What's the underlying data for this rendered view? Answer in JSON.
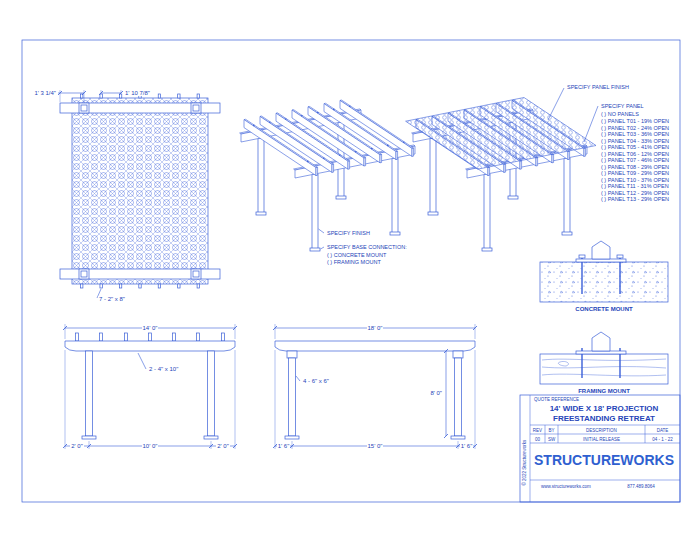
{
  "diagram": {
    "labels": [
      "1' 3 1/4\"",
      "1' 10 7/8\"",
      "7 - 2\" x 8\"",
      "SPECIFY FINISH",
      "SPECIFY BASE CONNECTION:",
      "( ) CONCRETE MOUNT",
      "( ) FRAMING MOUNT",
      "SPECIFY PANEL FINISH",
      "SPECIFY PANEL",
      "( ) NO PANELS",
      "( ) PANEL T01 - 19% OPEN",
      "( ) PANEL T02 - 24% OPEN",
      "( ) PANEL T03 - 36% OPEN",
      "( ) PANEL T04 - 33% OPEN",
      "( ) PANEL T05 - 41% OPEN",
      "( ) PANEL T06 - 12% OPEN",
      "( ) PANEL T07 - 46% OPEN",
      "( ) PANEL T08 - 29% OPEN",
      "( ) PANEL T09 - 29% OPEN",
      "( ) PANEL T10 - 37% OPEN",
      "( ) PANEL T11 - 31% OPEN",
      "( ) PANEL T12 - 29% OPEN",
      "( ) PANEL T13 - 29% OPEN",
      "CONCRETE MOUNT",
      "FRAMING MOUNT",
      "14' 0\"",
      "2 - 4\" x 10\"",
      "2' 0\"",
      "10' 0\"",
      "2' 0\"",
      "18' 0\"",
      "4 - 6\" x 6\"",
      "8' 0\"",
      "1' 6\"",
      "15' 0\"",
      "1' 6\"",
      "QUOTE REFERENCE",
      "14' WIDE X 18' PROJECTION",
      "FREESTANDING RETREAT",
      "REV",
      "BY",
      "DESCRIPTION",
      "DATE",
      "00",
      "SW",
      "INITIAL RELEASE",
      "04 - 1 - 22",
      "STRUCTUREWORKS",
      "www.structureworks.com",
      "877.489.8064",
      "© 2022 Structureworks"
    ]
  }
}
